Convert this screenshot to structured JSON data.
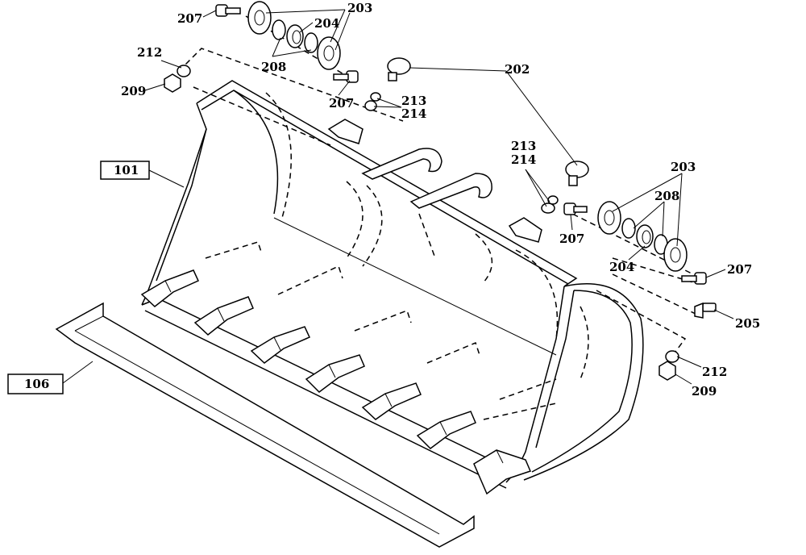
{
  "callouts": [
    {
      "id": "c207a",
      "text": "207"
    },
    {
      "id": "c203a",
      "text": "203"
    },
    {
      "id": "c204a",
      "text": "204"
    },
    {
      "id": "c208a",
      "text": "208"
    },
    {
      "id": "c212a",
      "text": "212"
    },
    {
      "id": "c209a",
      "text": "209"
    },
    {
      "id": "c207b",
      "text": "207"
    },
    {
      "id": "c213a",
      "text": "213"
    },
    {
      "id": "c214a",
      "text": "214"
    },
    {
      "id": "c202",
      "text": "202"
    },
    {
      "id": "c213b",
      "text": "213"
    },
    {
      "id": "c214b",
      "text": "214"
    },
    {
      "id": "c203b",
      "text": "203"
    },
    {
      "id": "c208b",
      "text": "208"
    },
    {
      "id": "c207c",
      "text": "207"
    },
    {
      "id": "c204b",
      "text": "204"
    },
    {
      "id": "c207d",
      "text": "207"
    },
    {
      "id": "c205",
      "text": "205"
    },
    {
      "id": "c212b",
      "text": "212"
    },
    {
      "id": "c209b",
      "text": "209"
    }
  ],
  "boxed_labels": [
    {
      "id": "b101",
      "text": "101"
    },
    {
      "id": "b106",
      "text": "106"
    }
  ]
}
